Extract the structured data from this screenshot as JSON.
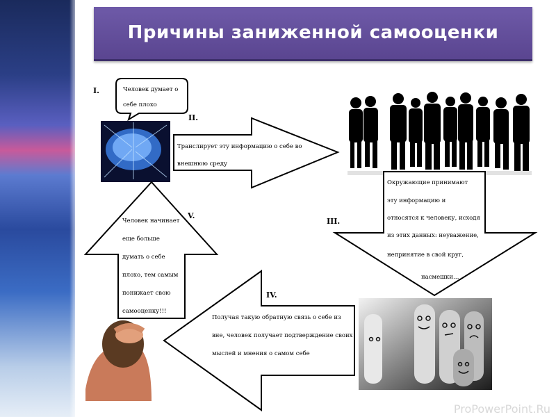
{
  "title": "Причины заниженной самооценки",
  "steps": [
    {
      "num": "I.",
      "lines": [
        "Человек думает о",
        "себе плохо"
      ]
    },
    {
      "num": "II.",
      "lines": [
        "Транслирует эту информацию о себе во",
        "внешнюю среду"
      ]
    },
    {
      "num": "III.",
      "lines": [
        "Окружающие принимают",
        "эту информацию и",
        "относятся к человеку, исходя",
        "из этих данных: неуважение,",
        "непринятие в свой круг,",
        "насмешки…"
      ]
    },
    {
      "num": "IV.",
      "lines": [
        "Получая такую обратную связь о себе из",
        "вне, человек получает подтверждение своих",
        "мыслей и мнения о самом себе"
      ]
    },
    {
      "num": "V.",
      "lines": [
        "Человек начинает",
        "еще больше",
        "думать о себе",
        "плохо, тем самым",
        "понижает свою",
        "самооценку!!!"
      ]
    }
  ],
  "watermark": "ProPowerPoint.Ru",
  "colors": {
    "title_bg": "#5e4a98",
    "sidebar": "#2b3f86"
  }
}
